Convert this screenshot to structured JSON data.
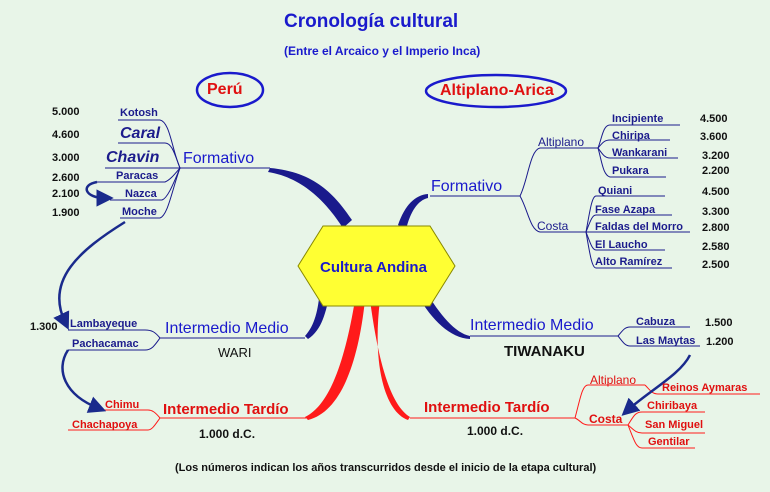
{
  "title": "Cronología cultural",
  "subtitle": "(Entre el Arcaico y el Imperio Inca)",
  "footnote": "(Los números indican los años transcurridos desde el inicio de la etapa cultural)",
  "center": "Cultura Andina",
  "colors": {
    "blue_branch": "#1a1a8c",
    "red_branch": "#ff1a1a",
    "center_fill": "#ffff33",
    "background": "#e8f5e8"
  },
  "peru": {
    "label": "Perú",
    "formativo": {
      "label": "Formativo",
      "items": [
        {
          "name": "Kotosh",
          "year": "5.000"
        },
        {
          "name": "Caral",
          "year": "4.600"
        },
        {
          "name": "Chavin",
          "year": "3.000"
        },
        {
          "name": "Paracas",
          "year": "2.600"
        },
        {
          "name": "Nazca",
          "year": "2.100"
        },
        {
          "name": "Moche",
          "year": "1.900"
        }
      ]
    },
    "intermedio_medio": {
      "label": "Intermedio Medio",
      "sub": "WARI",
      "year": "1.300",
      "items": [
        "Lambayeque",
        "Pachacamac"
      ]
    },
    "intermedio_tardio": {
      "label": "Intermedio Tardío",
      "date": "1.000 d.C.",
      "items": [
        "Chimu",
        "Chachapoya"
      ]
    }
  },
  "altiplano": {
    "label": "Altiplano-Arica",
    "formativo": {
      "label": "Formativo",
      "groups": [
        {
          "name": "Altiplano",
          "items": [
            {
              "name": "Incipiente",
              "year": "4.500"
            },
            {
              "name": "Chiripa",
              "year": "3.600"
            },
            {
              "name": "Wankarani",
              "year": "3.200"
            },
            {
              "name": "Pukara",
              "year": "2.200"
            }
          ]
        },
        {
          "name": "Costa",
          "items": [
            {
              "name": "Quiani",
              "year": "4.500"
            },
            {
              "name": "Fase Azapa",
              "year": "3.300"
            },
            {
              "name": "Faldas del Morro",
              "year": "2.800"
            },
            {
              "name": "El Laucho",
              "year": "2.580"
            },
            {
              "name": "Alto Ramírez",
              "year": "2.500"
            }
          ]
        }
      ]
    },
    "intermedio_medio": {
      "label": "Intermedio Medio",
      "sub": "TIWANAKU",
      "items": [
        {
          "name": "Cabuza",
          "year": "1.500"
        },
        {
          "name": "Las Maytas",
          "year": "1.200"
        }
      ]
    },
    "intermedio_tardio": {
      "label": "Intermedio Tardío",
      "date": "1.000 d.C.",
      "altiplano": {
        "name": "Altiplano",
        "items": [
          "Reinos Aymaras"
        ]
      },
      "costa": {
        "name": "Costa",
        "items": [
          "Chiribaya",
          "San Miguel",
          "Gentilar"
        ]
      }
    }
  }
}
